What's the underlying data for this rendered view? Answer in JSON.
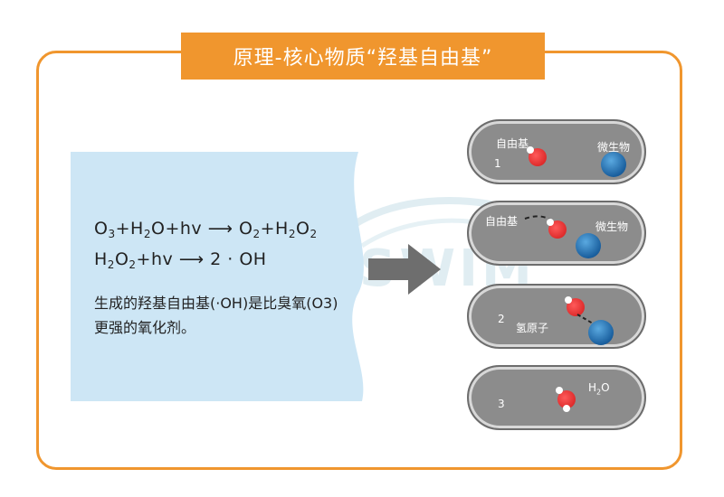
{
  "title": "原理-核心物质“羟基自由基”",
  "watermark": "LASWIM",
  "equations": {
    "eq1": {
      "o3_o": "O",
      "o3_3": "3",
      "plus1": "+",
      "h2o_h": "H",
      "h2o_2": "2",
      "h2o_o": "O",
      "plus2": "+",
      "hv": "hv",
      "arrow": "⟶",
      "o2_o": "O",
      "o2_2": "2",
      "plus3": "+",
      "h2o2_h": "H",
      "h2o2_2a": "2",
      "h2o2_o": "O",
      "h2o2_2b": "2"
    },
    "eq2": {
      "h2o2_h": "H",
      "h2o2_2a": "2",
      "h2o2_o": "O",
      "h2o2_2b": "2",
      "plus": "+",
      "hv": "hv",
      "arrow": "⟶",
      "product": "2 · OH"
    }
  },
  "description": "生成的羟基自由基(·OH)是比臭氧(O3)更强的氧化剂。",
  "steps": [
    {
      "number": "1",
      "radical_label": "自由基",
      "microbe_label": "微生物"
    },
    {
      "number": "",
      "radical_label": "自由基",
      "microbe_label": "微生物"
    },
    {
      "number": "2",
      "hydrogen_label": "氢原子"
    },
    {
      "number": "3",
      "water_label_h": "H",
      "water_label_2": "2",
      "water_label_o": "O"
    }
  ],
  "colors": {
    "accent": "#f0962e",
    "panel": "#cde6f5",
    "capsule": "#8c8c8c"
  }
}
